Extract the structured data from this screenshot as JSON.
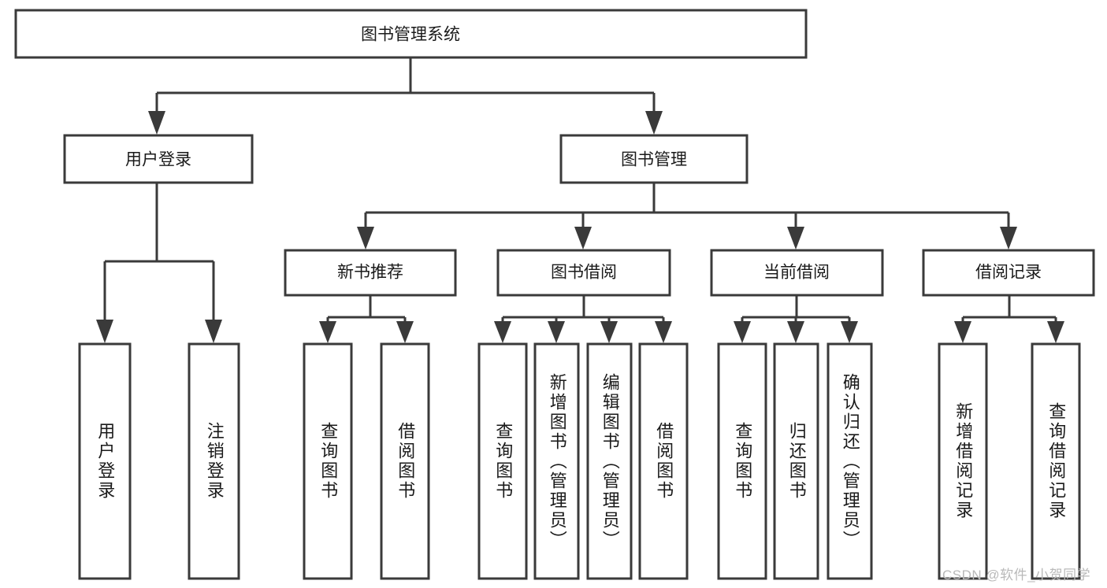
{
  "diagram": {
    "type": "tree",
    "title_node": "图书管理系统",
    "orientation": "top-down",
    "watermark": "CSDN @软件_小贺同学",
    "colors": {
      "stroke": "#3a3a3a",
      "fill": "#ffffff",
      "text": "#1a1a1a",
      "watermark": "#b9b9b9",
      "background": "#ffffff"
    },
    "nodes": {
      "root": {
        "label": "图书管理系统"
      },
      "level2": [
        {
          "id": "user_login",
          "label": "用户登录"
        },
        {
          "id": "book_manage",
          "label": "图书管理"
        }
      ],
      "level3": [
        {
          "id": "new_book_rec",
          "label": "新书推荐",
          "parent": "book_manage"
        },
        {
          "id": "book_borrow",
          "label": "图书借阅",
          "parent": "book_manage"
        },
        {
          "id": "current_borrow",
          "label": "当前借阅",
          "parent": "book_manage"
        },
        {
          "id": "borrow_record",
          "label": "借阅记录",
          "parent": "book_manage"
        }
      ],
      "leaves": [
        {
          "id": "leaf_user_login",
          "label": "用户登录",
          "parent": "user_login"
        },
        {
          "id": "leaf_logout",
          "label": "注销登录",
          "parent": "user_login"
        },
        {
          "id": "leaf_query_book_1",
          "label": "查询图书",
          "parent": "new_book_rec"
        },
        {
          "id": "leaf_borrow_book_1",
          "label": "借阅图书",
          "parent": "new_book_rec"
        },
        {
          "id": "leaf_query_book_2",
          "label": "查询图书",
          "parent": "book_borrow"
        },
        {
          "id": "leaf_add_book",
          "label": "新增图书（管理员）",
          "parent": "book_borrow"
        },
        {
          "id": "leaf_edit_book",
          "label": "编辑图书（管理员）",
          "parent": "book_borrow"
        },
        {
          "id": "leaf_borrow_book_2",
          "label": "借阅图书",
          "parent": "book_borrow"
        },
        {
          "id": "leaf_query_book_3",
          "label": "查询图书",
          "parent": "current_borrow"
        },
        {
          "id": "leaf_return_book",
          "label": "归还图书",
          "parent": "current_borrow"
        },
        {
          "id": "leaf_confirm_return",
          "label": "确认归还（管理员）",
          "parent": "current_borrow"
        },
        {
          "id": "leaf_add_record",
          "label": "新增借阅记录",
          "parent": "borrow_record"
        },
        {
          "id": "leaf_query_record",
          "label": "查询借阅记录",
          "parent": "borrow_record"
        }
      ]
    }
  }
}
